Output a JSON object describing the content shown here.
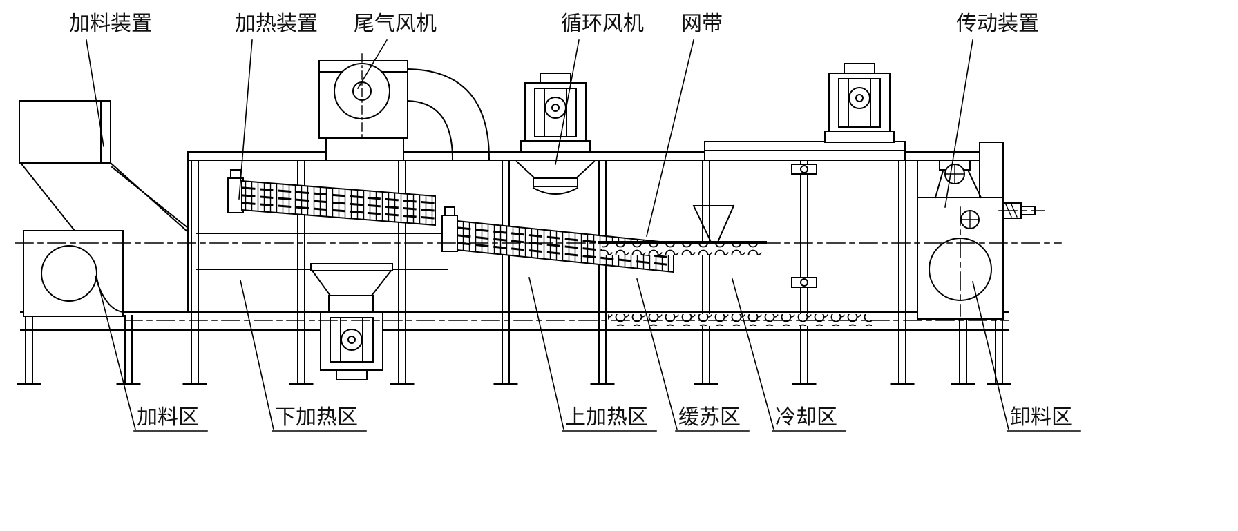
{
  "diagram": {
    "type": "technical-line-drawing",
    "colors": {
      "line": "#000000",
      "background": "#ffffff"
    },
    "labels_top": [
      {
        "id": "feeding-device",
        "text": "加料装置"
      },
      {
        "id": "heating-device",
        "text": "加热装置"
      },
      {
        "id": "exhaust-fan",
        "text": "尾气风机"
      },
      {
        "id": "circulation-fan",
        "text": "循环风机"
      },
      {
        "id": "mesh-belt",
        "text": "网带"
      },
      {
        "id": "transmission-device",
        "text": "传动装置"
      }
    ],
    "labels_bottom": [
      {
        "id": "feeding-zone",
        "text": "加料区"
      },
      {
        "id": "lower-heating-zone",
        "text": "下加热区"
      },
      {
        "id": "upper-heating-zone",
        "text": "上加热区"
      },
      {
        "id": "tempering-zone",
        "text": "缓苏区"
      },
      {
        "id": "cooling-zone",
        "text": "冷却区"
      },
      {
        "id": "discharge-zone",
        "text": "卸料区"
      }
    ]
  }
}
